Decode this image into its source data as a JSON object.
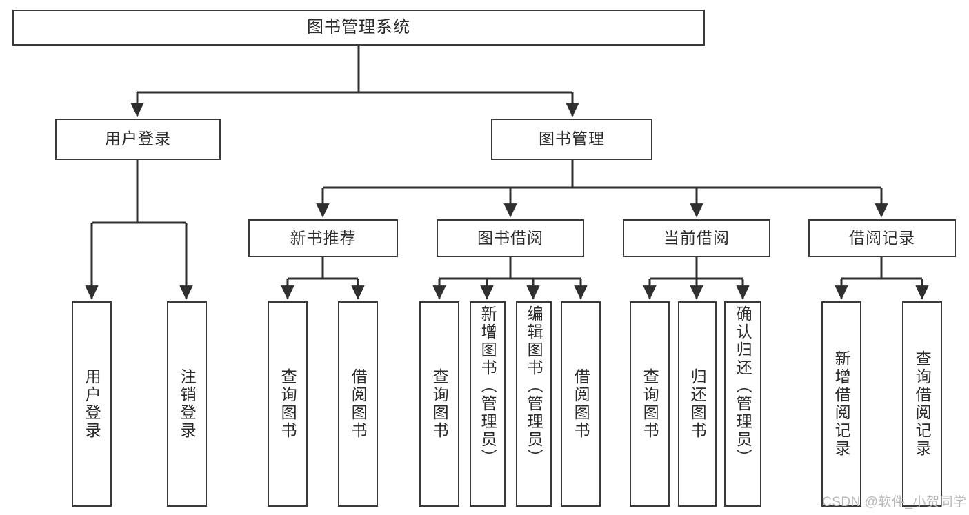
{
  "diagram": {
    "title": "图书管理系统",
    "watermark": "CSDN @软件_小贺同学",
    "colors": {
      "box_border": "#3a3a3a",
      "box_fill": "#ffffff",
      "connector": "#2f2f2f",
      "text": "#2b2b2b",
      "watermark": "#b9b9b9",
      "background": "#ffffff"
    },
    "root": {
      "label": "图书管理系统"
    },
    "level2": [
      {
        "label": "用户登录"
      },
      {
        "label": "图书管理"
      }
    ],
    "level3": [
      {
        "label": "新书推荐"
      },
      {
        "label": "图书借阅"
      },
      {
        "label": "当前借阅"
      },
      {
        "label": "借阅记录"
      }
    ],
    "leaves": {
      "user_login": [
        {
          "label": "用户登录"
        },
        {
          "label": "注销登录"
        }
      ],
      "new_book_recommend": [
        {
          "label": "查询图书"
        },
        {
          "label": "借阅图书"
        }
      ],
      "book_borrow": [
        {
          "label": "查询图书"
        },
        {
          "label": "新增图书（管理员）"
        },
        {
          "label": "编辑图书（管理员）"
        },
        {
          "label": "借阅图书"
        }
      ],
      "current_borrow": [
        {
          "label": "查询图书"
        },
        {
          "label": "归还图书"
        },
        {
          "label": "确认归还（管理员）"
        }
      ],
      "borrow_record": [
        {
          "label": "新增借阅记录"
        },
        {
          "label": "查询借阅记录"
        }
      ]
    }
  }
}
